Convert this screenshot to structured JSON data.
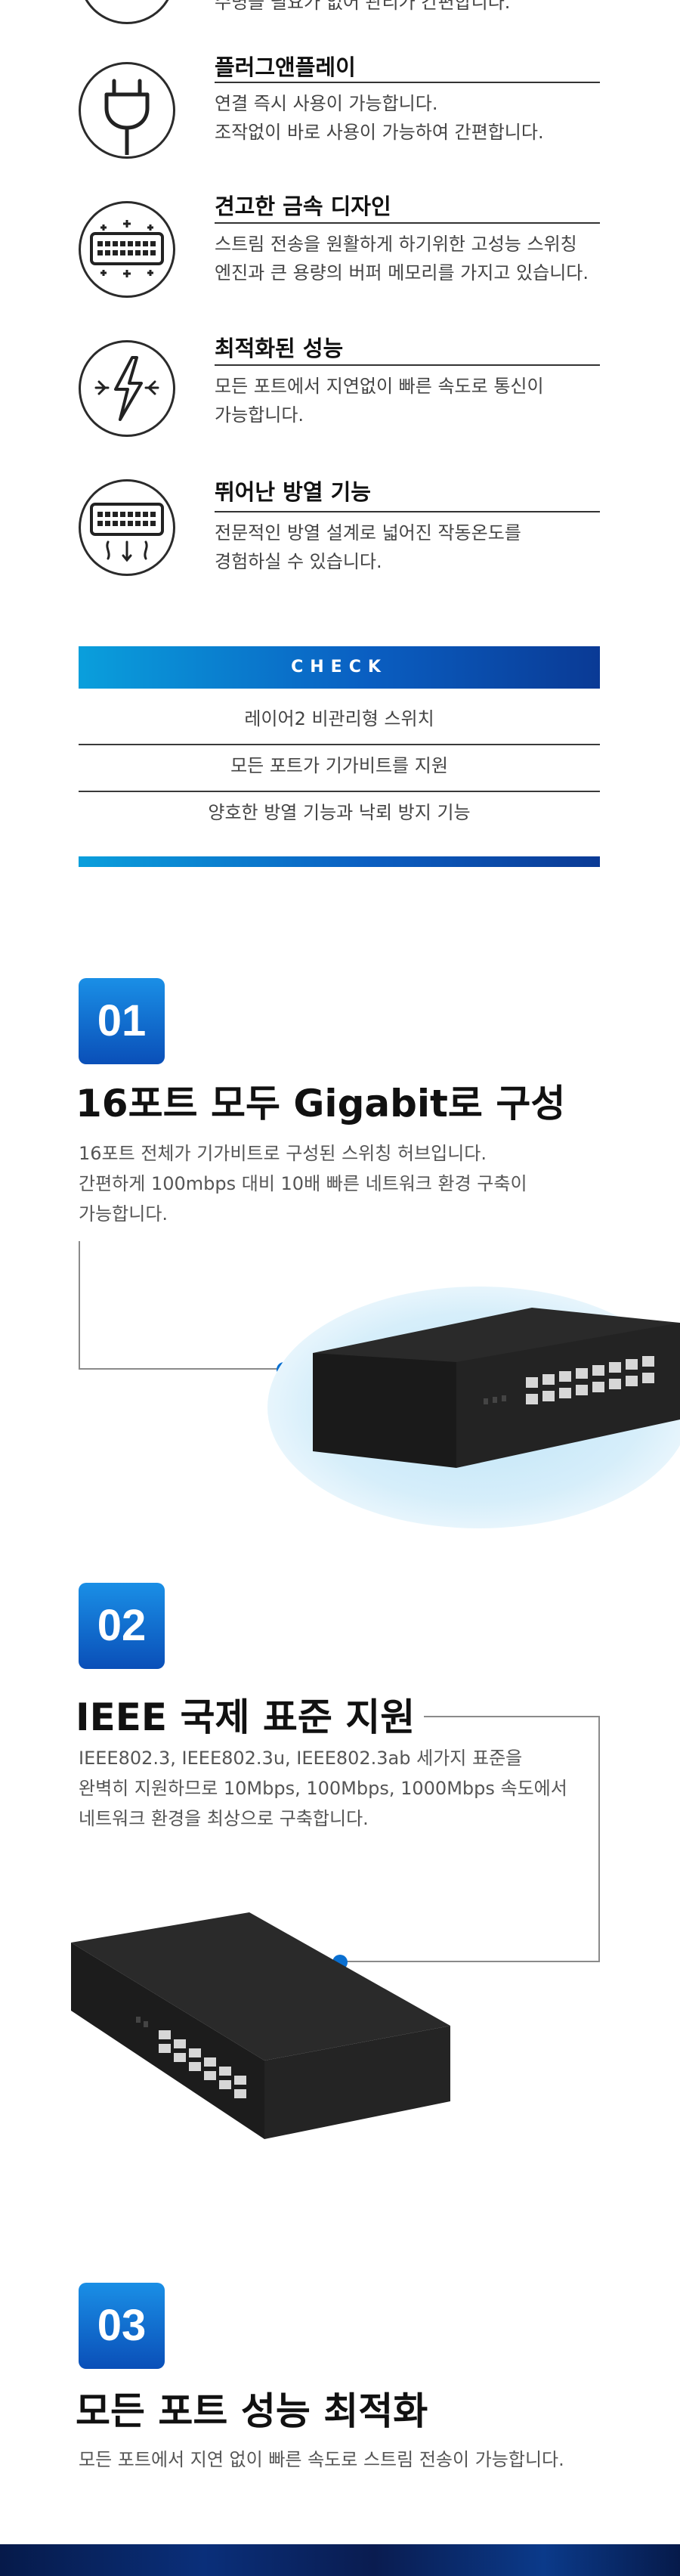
{
  "top_partial": {
    "text": "수명을 필요가 없어 관리가 간편합니다."
  },
  "features": [
    {
      "icon": "plug-icon",
      "title": "플러그앤플레이",
      "desc": "연결 즉시 사용이 가능합니다.\n조작없이 바로 사용이 가능하여 간편합니다."
    },
    {
      "icon": "metal-switch-icon",
      "title": "견고한 금속 디자인",
      "desc": "스트림 전송을 원활하게 하기위한 고성능 스위칭\n엔진과 큰 용량의 버퍼 메모리를 가지고 있습니다."
    },
    {
      "icon": "lightning-icon",
      "title": "최적화된 성능",
      "desc": "모든 포트에서 지연없이 빠른 속도로 통신이\n가능합니다."
    },
    {
      "icon": "heat-dissipation-icon",
      "title": "뛰어난 방열 기능",
      "desc": "전문적인 방열 설계로 넓어진 작동온도를\n경험하실 수 있습니다."
    }
  ],
  "check": {
    "header": "CHECK",
    "items": [
      "레이어2 비관리형 스위치",
      "모든 포트가 기가비트를 지원",
      "양호한 방열 기능과 낙뢰 방지 기능"
    ]
  },
  "sections": [
    {
      "number": "01",
      "title": "16포트 모두 Gigabit로 구성",
      "desc": "16포트 전체가 기가비트로 구성된 스위칭 허브입니다.\n간편하게 100mbps 대비 10배 빠른 네트워크 환경 구축이\n가능합니다."
    },
    {
      "number": "02",
      "title": "IEEE 국제 표준 지원",
      "desc": "IEEE802.3, IEEE802.3u, IEEE802.3ab 세가지 표준을\n완벽히 지원하므로 10Mbps, 100Mbps, 1000Mbps 속도에서\n네트워크 환경을 최상으로 구축합니다."
    },
    {
      "number": "03",
      "title": "모든 포트 성능 최적화",
      "desc": "모든 포트에서 지연 없이 빠른 속도로 스트림 전송이 가능합니다."
    }
  ],
  "colors": {
    "accent_blue": "#0a5fc2",
    "light_blue": "#0a9fdc",
    "dark_navy": "#0a3a95",
    "switch_body": "#1e1e1e"
  }
}
